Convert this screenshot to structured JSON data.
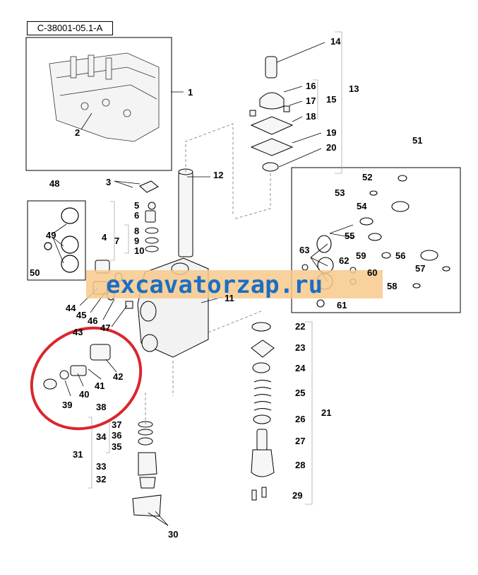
{
  "diagram_code": "C-38001-05.1-A",
  "watermark": "excavatorzap.ru",
  "colors": {
    "watermark_bg": "#f7c98c",
    "watermark_text": "#1a6fc4",
    "highlight": "#d9272e",
    "callout_60": "#c0392b"
  },
  "parts": [
    "1",
    "2",
    "3",
    "4",
    "5",
    "6",
    "7",
    "8",
    "9",
    "10",
    "11",
    "12",
    "13",
    "14",
    "15",
    "16",
    "17",
    "18",
    "19",
    "20",
    "21",
    "22",
    "23",
    "24",
    "25",
    "26",
    "27",
    "28",
    "29",
    "30",
    "31",
    "32",
    "33",
    "34",
    "35",
    "36",
    "37",
    "38",
    "39",
    "40",
    "41",
    "42",
    "43",
    "44",
    "45",
    "46",
    "47",
    "48",
    "49",
    "50",
    "51",
    "52",
    "53",
    "54",
    "55",
    "56",
    "57",
    "58",
    "59",
    "60",
    "61",
    "62",
    "63"
  ]
}
